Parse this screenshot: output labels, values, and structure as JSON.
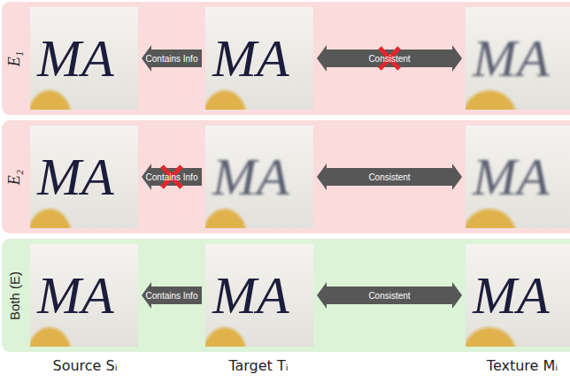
{
  "diagram": {
    "nodes": [
      {
        "text": [
          "E₁"
        ]
      },
      {
        "text": [
          "MA"
        ],
        "in": 0
      },
      {
        "text": [
          "MA"
        ],
        "in": 0
      },
      {
        "text": [
          "MA"
        ],
        "in": 0
      },
      {
        "text": [
          "E₂"
        ]
      },
      {
        "text": [
          "MA"
        ],
        "in": 4
      },
      {
        "text": [
          "MA"
        ],
        "in": 4
      },
      {
        "text": [
          "MA"
        ],
        "in": 4
      },
      {
        "text": [
          "Both (E)"
        ]
      },
      {
        "text": [
          "MA"
        ],
        "in": 8
      },
      {
        "text": [
          "MA"
        ],
        "in": 8
      },
      {
        "text": [
          "MA"
        ],
        "in": 8
      }
    ],
    "edges": [
      {
        "from": 2,
        "to": 1,
        "arrow": "to",
        "label": "Contains Info"
      },
      {
        "from": 2,
        "to": 3,
        "arrow": "both",
        "label": "Consistent"
      },
      {
        "from": 6,
        "to": 5,
        "arrow": "to",
        "label": "Contains Info"
      },
      {
        "from": 6,
        "to": 7,
        "arrow": "both",
        "label": "Consistent"
      },
      {
        "from": 10,
        "to": 9,
        "arrow": "to",
        "label": "Contains Info"
      },
      {
        "from": 10,
        "to": 11,
        "arrow": "both",
        "label": "Consistent"
      }
    ],
    "labels": [
      "Source Sᵢ",
      "Target Tᵢ",
      "Texture Mᵢ"
    ]
  }
}
